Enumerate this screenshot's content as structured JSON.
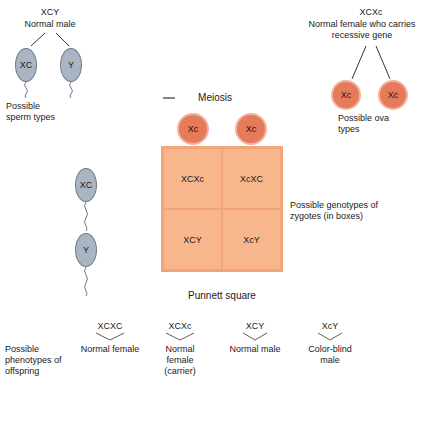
{
  "diagram": {
    "nodes": [
      {
        "text": [
          "XC"
        ]
      },
      {
        "text": [
          "Y"
        ]
      },
      {
        "text": [
          "Xc"
        ]
      },
      {
        "text": [
          "Xc"
        ]
      },
      {
        "text": [
          "Xc"
        ]
      },
      {
        "text": [
          "Xc"
        ]
      },
      {
        "text": [
          "XC"
        ]
      },
      {
        "text": [
          "Y"
        ]
      },
      {
        "text": [
          "XCXc"
        ]
      },
      {
        "text": [
          "XcXC"
        ]
      },
      {
        "text": [
          "XCY"
        ]
      },
      {
        "text": [
          "XcY"
        ]
      }
    ],
    "labels": [
      "XCY",
      "Normal male",
      "XCXc",
      "Normal female who carries recessive gene",
      "Meiosis",
      "Possible sperm types",
      "Possible ova types",
      "Possible genotypes of zygotes (in boxes)",
      "Punnett square",
      "XCXC",
      "XCXc",
      "XCY",
      "XcY",
      "Possible phenotypes of offspring",
      "Normal female",
      "Normal female (carrier)",
      "Normal male",
      "Color-blind male"
    ]
  }
}
